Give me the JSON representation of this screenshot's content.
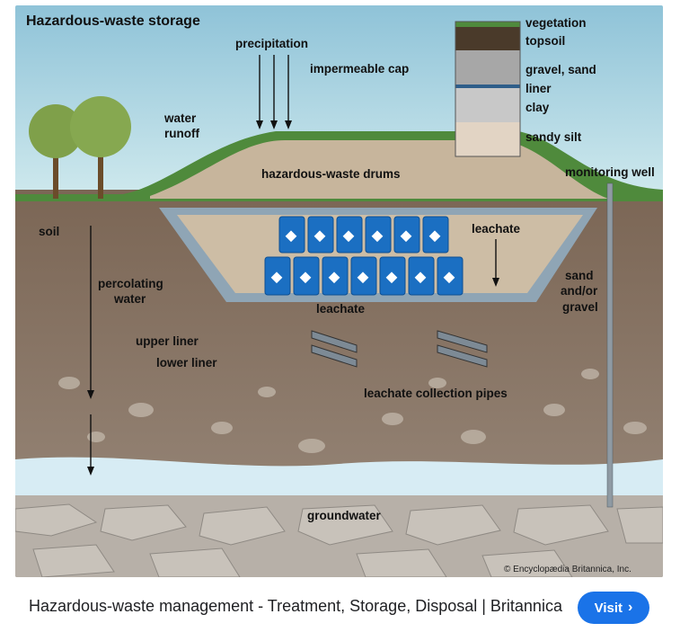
{
  "figure": {
    "title": "Hazardous-waste storage",
    "labels": {
      "precipitation": "precipitation",
      "impermeable_cap": "impermeable cap",
      "water": "water",
      "runoff": "runoff",
      "vegetation": "vegetation",
      "topsoil": "topsoil",
      "gravel_sand": "gravel, sand",
      "liner": "liner",
      "clay": "clay",
      "sandy_silt": "sandy silt",
      "monitoring_well": "monitoring well",
      "hazardous_waste_drums": "hazardous-waste drums",
      "soil": "soil",
      "leachate_right": "leachate",
      "leachate_bottom": "leachate",
      "percolating": "percolating",
      "water2": "water",
      "sand": "sand",
      "and_or": "and/or",
      "gravel": "gravel",
      "upper_liner": "upper liner",
      "lower_liner": "lower liner",
      "leachate_collection_pipes": "leachate collection pipes",
      "groundwater": "groundwater"
    },
    "credit": "© Encyclopædia Britannica, Inc.",
    "colors": {
      "sky": "#a9d3e0",
      "grass": "#4f8a3c",
      "soil": "#8a7867",
      "pit_fill": "#c9b8a0",
      "liner": "#8fa5b5",
      "drum_blue": "#1b6fc2",
      "groundwater": "#d7ecf4"
    }
  },
  "caption": "Hazardous-waste management - Treatment, Storage, Disposal | Britannica",
  "visit_button": {
    "label": "Visit",
    "icon": "chevron-right-icon",
    "color": "#1a73e8"
  }
}
